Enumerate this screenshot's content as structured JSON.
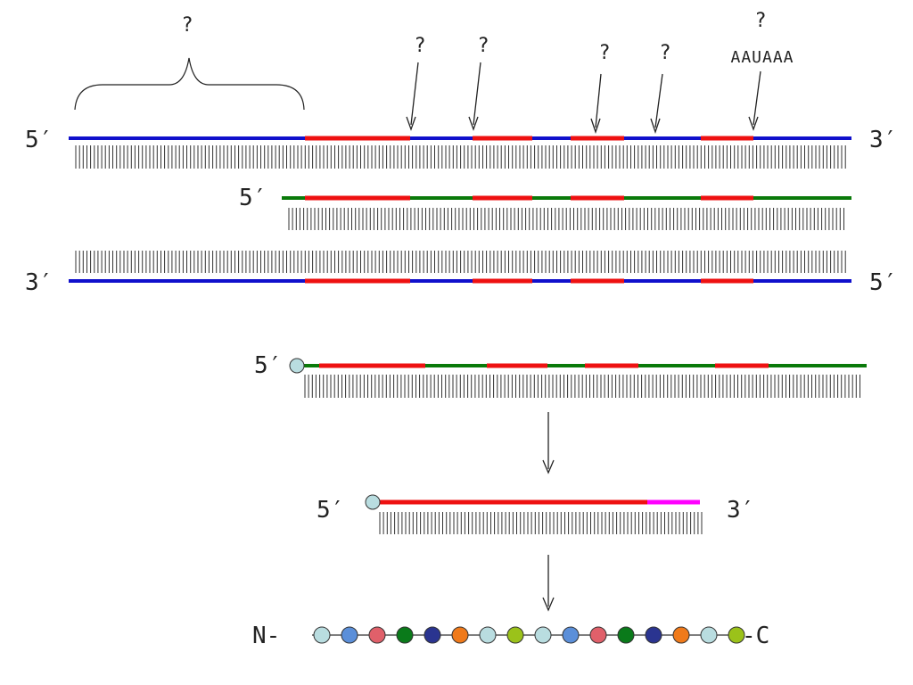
{
  "labels": {
    "five_prime": "5′",
    "three_prime": "3′",
    "question": "?",
    "polya_signal": "AAUAAA",
    "n_terminus": "N-",
    "c_terminus": "-C"
  },
  "colors": {
    "dna": "#1010cc",
    "exon": "#ee1111",
    "intron_rna": "#0a7a0a",
    "utr_tail": "#ff00ff",
    "cap": "#b9dde0",
    "teeth": "#333333",
    "arrow": "#222222"
  },
  "peptide": {
    "residue_colors": [
      "#b9dde0",
      "#5b8fd9",
      "#e0606a",
      "#0a7a1a",
      "#2a3490",
      "#f07a1a",
      "#b9dde0",
      "#9bc21a",
      "#b9dde0",
      "#5b8fd9",
      "#e0606a",
      "#0a7a1a",
      "#2a3490",
      "#f07a1a",
      "#b9dde0",
      "#9bc21a"
    ]
  }
}
